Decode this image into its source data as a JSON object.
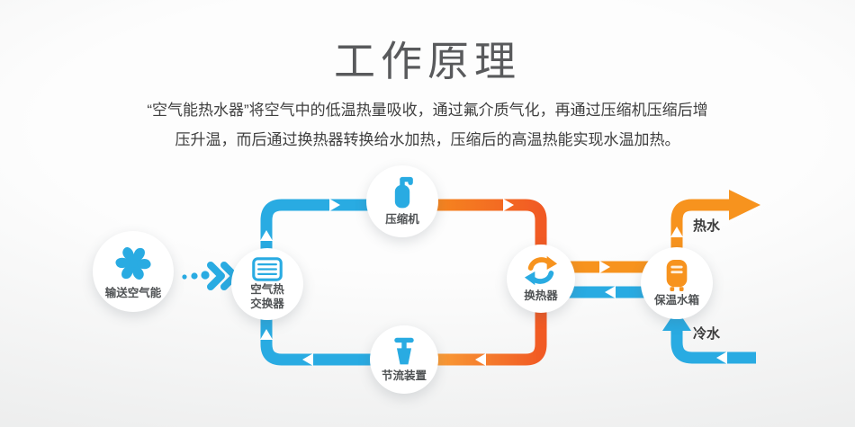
{
  "page": {
    "title": "工作原理",
    "description_line1": "“空气能热水器”将空气中的低温热量吸收，通过氟介质气化，再通过压缩机压缩后增",
    "description_line2": "压升温，而后通过换热器转换给水加热，压缩后的高温热能实现水温加热。"
  },
  "nodes": {
    "fan": {
      "label": "输送空气能"
    },
    "air_exchanger": {
      "label_line1": "空气热",
      "label_line2": "交换器"
    },
    "compressor": {
      "label": "压缩机"
    },
    "heat_exchanger": {
      "label": "换热器"
    },
    "throttle": {
      "label": "节流装置"
    },
    "tank": {
      "label": "保温水箱"
    }
  },
  "flows": {
    "hot_water": "热水",
    "cold_water": "冷水"
  },
  "colors": {
    "blue": "#29abe2",
    "orange": "#f7931e",
    "deep_orange": "#f15a24",
    "yellow": "#fbb03b",
    "arrow_white": "#ffffff",
    "title_gray": "#595a5c",
    "text_gray": "#404040"
  }
}
